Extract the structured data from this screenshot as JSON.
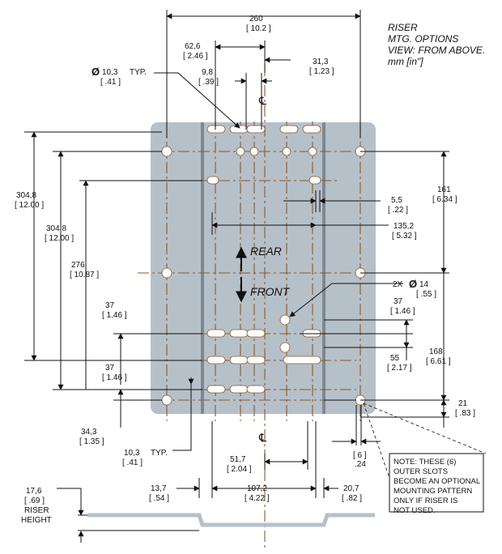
{
  "title": {
    "line1": "RISER",
    "line2": "MTG. OPTIONS",
    "line3": "VIEW: FROM ABOVE.",
    "line4": "mm [in\"]"
  },
  "labels": {
    "rear": "REAR",
    "front": "FRONT",
    "centerline_symbol": "℄",
    "holes": "2X ",
    "diameter_symbol": "Ø",
    "riser_height_line1": "RISER",
    "riser_height_line2": "HEIGHT"
  },
  "dimensions": {
    "d260": "260",
    "d260_in": "[ 10.2 ]",
    "d62_6": "62,6",
    "d62_6_in": "[ 2.46 ]",
    "d31_3": "31,3",
    "d31_3_in": "[ 1.23 ]",
    "d9_8": "9,8",
    "d9_8_in": "[ .39 ]",
    "d10_3": "10,3",
    "d10_3_in": "[ .41 ]",
    "typ": "TYP.",
    "d304_8": "304,8",
    "d304_8_in": "[ 12.00 ]",
    "d276": "276",
    "d276_in": "[ 10.87 ]",
    "d161": "161",
    "d161_in": "[ 6.34 ]",
    "d5_5": "5,5",
    "d5_5_in": "[ .22 ]",
    "d135_2": "135,2",
    "d135_2_in": "[ 5.32 ]",
    "d14": "14",
    "d14_in": "[ .55 ]",
    "d37": "37",
    "d37_in": "[ 1.46 ]",
    "d55": "55",
    "d55_in": "[ 2.17 ]",
    "d168": "168",
    "d168_in": "[ 6.61 ]",
    "d21": "21",
    "d21_in": "[ .83 ]",
    "d34_3": "34,3",
    "d34_3_in": "[ 1.35 ]",
    "d51_7": "51,7",
    "d51_7_in": "[ 2.04 ]",
    "d6": "[ 6 ]",
    "d6_in": ".24",
    "d13_7": "13,7",
    "d13_7_in": "[ .54 ]",
    "d107_2": "107,2",
    "d107_2_in": "[ 4.22 ]",
    "d20_7": "20,7",
    "d20_7_in": "[ .82 ]",
    "d17_6": "17,6",
    "d17_6_in": "[ .69 ]"
  },
  "note": {
    "line1": "NOTE: THESE (6)",
    "line2": "OUTER SLOTS",
    "line3": "BECOME AN OPTIONAL",
    "line4": "MOUNTING PATTERN",
    "line5": "ONLY IF RISER IS",
    "line6": "NOT USED."
  },
  "colors": {
    "plate": "#b6c0c9",
    "plate_stripe": "#7d8893",
    "centerline": "#8a5a2b",
    "ink": "#111111",
    "paper": "#ffffff"
  }
}
